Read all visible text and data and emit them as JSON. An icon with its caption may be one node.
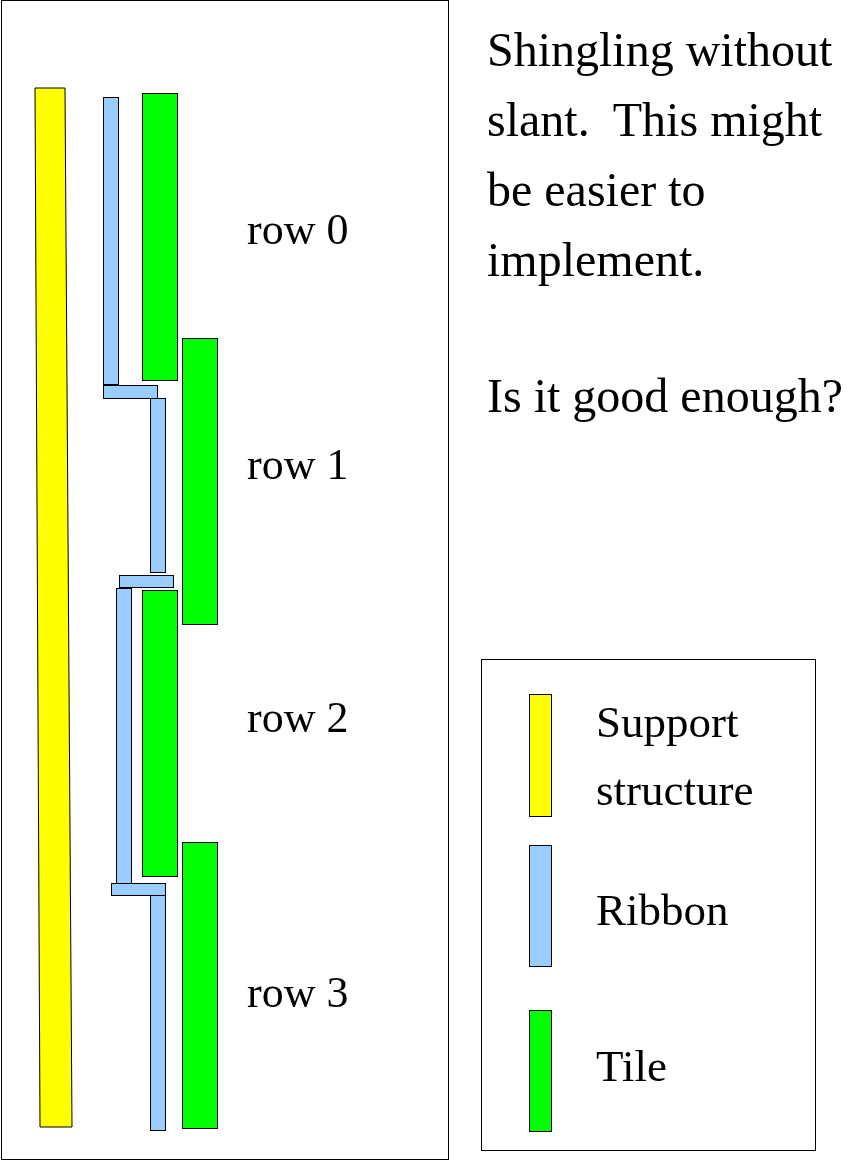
{
  "diagram": {
    "labels": [
      "Shingling without slant.  This might be easier to implement.",
      "Is it good enough?",
      "row 0",
      "row 1",
      "row 2",
      "row 3"
    ],
    "legend": [
      {
        "text": "Support structure",
        "color": "#ffff00"
      },
      {
        "text": "Ribbon",
        "color": "#99ccff"
      },
      {
        "text": "Tile",
        "color": "#00ff00"
      }
    ]
  }
}
